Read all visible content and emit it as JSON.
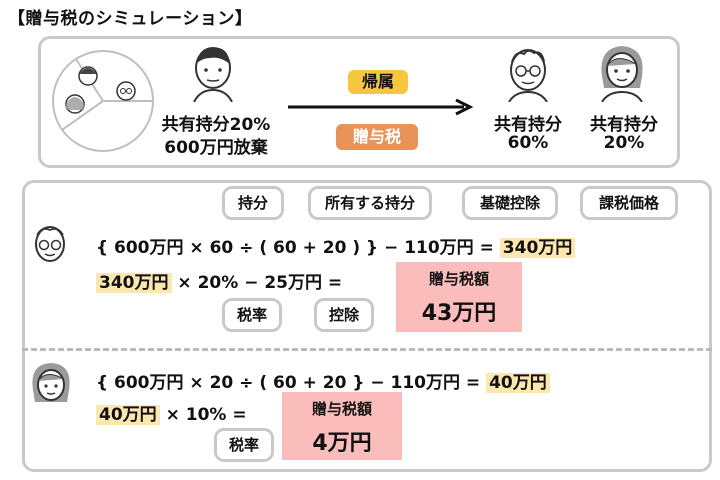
{
  "title": "【贈与税のシミュレーション】",
  "top": {
    "giver_line1": "共有持分20%",
    "giver_line2": "600万円放棄",
    "label_top": "帰属",
    "label_bottom": "贈与税",
    "r1_line1": "共有持分",
    "r1_line2": "60%",
    "r2_line1": "共有持分",
    "r2_line2": "20%"
  },
  "calc1": {
    "line1": {
      "p1": "{ 600万円 × 60 ÷ ( 60 + 20 ) } − 110万円 =",
      "result": "340万円"
    },
    "line2": {
      "hl": "340万円",
      "p1": "× 20% − 25万円 ="
    },
    "result_label": "贈与税額",
    "result_value": "43万円",
    "callouts": {
      "mochibun": "持分",
      "shoyu": "所有する持分",
      "kiso": "基礎控除",
      "kazei": "課税価格",
      "zeiritsu": "税率",
      "kojo": "控除"
    }
  },
  "calc2": {
    "line1": {
      "p1": "{ 600万円 × 20 ÷ ( 60 + 20 } − 110万円 =",
      "result": "40万円"
    },
    "line2": {
      "hl": "40万円",
      "p1": "× 10% ="
    },
    "result_label": "贈与税額",
    "result_value": "4万円",
    "callouts": {
      "zeiritsu": "税率"
    }
  },
  "colors": {
    "highlight": "#fde7b0",
    "pill_yellow": "#f6c63e",
    "pill_orange": "#e8935a",
    "result_pink": "#fbbcbc",
    "border_gray": "#c9c9c9"
  }
}
